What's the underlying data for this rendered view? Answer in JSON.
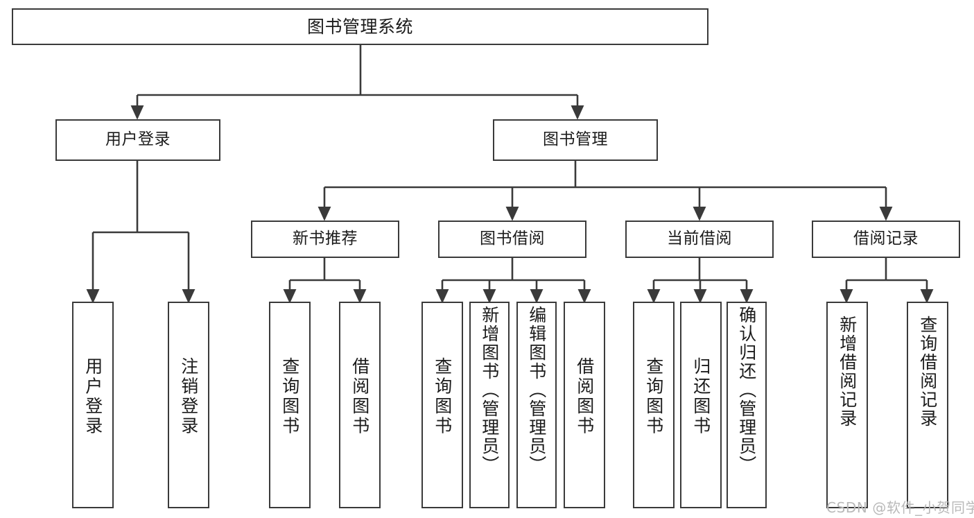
{
  "diagram": {
    "title": "图书管理系统",
    "type": "tree-hierarchy-chart",
    "watermark": "CSDN @软件_小贺同学",
    "colors": {
      "box_border": "#3a3a3a",
      "box_fill": "#ffffff",
      "edge": "#3a3a3a",
      "text": "#1b1b1b",
      "watermark": "#b9b9b9",
      "background": "#ffffff"
    },
    "levels": [
      {
        "level": 1,
        "nodes": [
          {
            "id": "root",
            "label": "图书管理系统",
            "orientation": "horizontal"
          }
        ]
      },
      {
        "level": 2,
        "nodes": [
          {
            "id": "user-login",
            "label": "用户登录",
            "orientation": "horizontal",
            "parent": "root"
          },
          {
            "id": "book-manage",
            "label": "图书管理",
            "orientation": "horizontal",
            "parent": "root"
          }
        ]
      },
      {
        "level": 3,
        "nodes": [
          {
            "id": "new-book-rec",
            "label": "新书推荐",
            "orientation": "horizontal",
            "parent": "book-manage"
          },
          {
            "id": "book-borrow",
            "label": "图书借阅",
            "orientation": "horizontal",
            "parent": "book-manage"
          },
          {
            "id": "current-borrow",
            "label": "当前借阅",
            "orientation": "horizontal",
            "parent": "book-manage"
          },
          {
            "id": "borrow-record",
            "label": "借阅记录",
            "orientation": "horizontal",
            "parent": "book-manage"
          }
        ]
      },
      {
        "level": 4,
        "nodes": [
          {
            "id": "leaf-user-login",
            "label": "用户登录",
            "orientation": "vertical",
            "parent": "user-login"
          },
          {
            "id": "leaf-logout",
            "label": "注销登录",
            "orientation": "vertical",
            "parent": "user-login"
          },
          {
            "id": "leaf-query-book-1",
            "label": "查询图书",
            "orientation": "vertical",
            "parent": "new-book-rec"
          },
          {
            "id": "leaf-borrow-book-1",
            "label": "借阅图书",
            "orientation": "vertical",
            "parent": "new-book-rec"
          },
          {
            "id": "leaf-query-book-2",
            "label": "查询图书",
            "orientation": "vertical",
            "parent": "book-borrow"
          },
          {
            "id": "leaf-add-book",
            "label": "新增图书（管理员）",
            "orientation": "vertical",
            "parent": "book-borrow"
          },
          {
            "id": "leaf-edit-book",
            "label": "编辑图书（管理员）",
            "orientation": "vertical",
            "parent": "book-borrow"
          },
          {
            "id": "leaf-borrow-book-2",
            "label": "借阅图书",
            "orientation": "vertical",
            "parent": "book-borrow"
          },
          {
            "id": "leaf-query-book-3",
            "label": "查询图书",
            "orientation": "vertical",
            "parent": "current-borrow"
          },
          {
            "id": "leaf-return-book",
            "label": "归还图书",
            "orientation": "vertical",
            "parent": "current-borrow"
          },
          {
            "id": "leaf-confirm-return",
            "label": "确认归还（管理员）",
            "orientation": "vertical",
            "parent": "current-borrow"
          },
          {
            "id": "leaf-add-record",
            "label": "新增借阅记录",
            "orientation": "vertical",
            "parent": "borrow-record"
          },
          {
            "id": "leaf-query-record",
            "label": "查询借阅记录",
            "orientation": "vertical",
            "parent": "borrow-record"
          }
        ]
      }
    ]
  }
}
